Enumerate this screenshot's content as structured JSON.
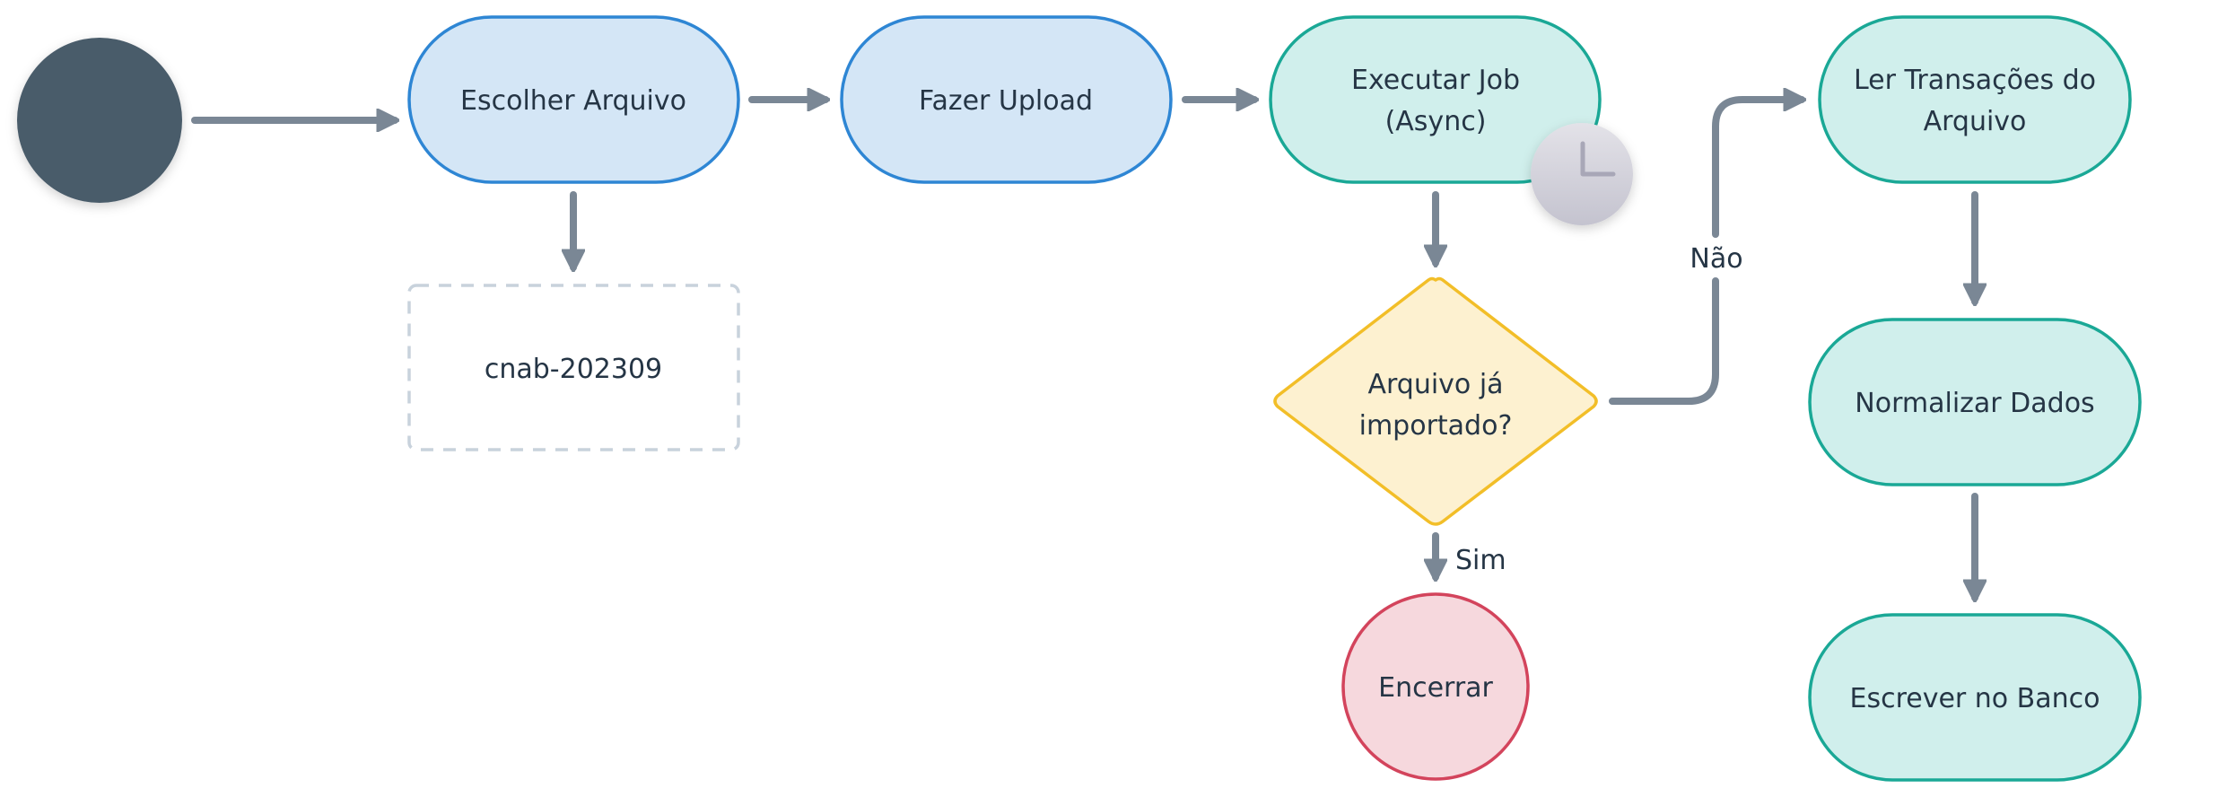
{
  "diagram": {
    "type": "flowchart",
    "colors": {
      "start_fill": "#4a5b6a",
      "blue_fill": "#d4e6f6",
      "blue_stroke": "#2e86d4",
      "teal_fill": "#d0efec",
      "teal_stroke": "#1aa896",
      "decision_fill": "#fdf1d0",
      "decision_stroke": "#f2be28",
      "end_fill": "#f6d8dd",
      "end_stroke": "#d3445c",
      "note_stroke": "#c8d2dc",
      "edge": "#7a8795",
      "text": "#253545",
      "clock_light": "#e3e2e8",
      "clock_dark": "#c4c3cf",
      "clock_hand": "#a8a7b7"
    },
    "nodes": {
      "start": {
        "label": ""
      },
      "escolher": {
        "lines": [
          "Escolher Arquivo"
        ]
      },
      "note": {
        "lines": [
          "cnab-202309"
        ]
      },
      "upload": {
        "lines": [
          "Fazer Upload"
        ]
      },
      "executar": {
        "lines": [
          "Executar Job",
          "(Async)"
        ],
        "badge_icon": "clock-icon"
      },
      "decisao": {
        "lines": [
          "Arquivo já",
          "importado?"
        ]
      },
      "encerrar": {
        "lines": [
          "Encerrar"
        ]
      },
      "ler": {
        "lines": [
          "Ler Transações do",
          "Arquivo"
        ]
      },
      "normalizar": {
        "lines": [
          "Normalizar Dados"
        ]
      },
      "escrever": {
        "lines": [
          "Escrever no Banco"
        ]
      }
    },
    "edges": [
      {
        "from": "start",
        "to": "escolher",
        "label": ""
      },
      {
        "from": "escolher",
        "to": "note",
        "label": ""
      },
      {
        "from": "escolher",
        "to": "upload",
        "label": ""
      },
      {
        "from": "upload",
        "to": "executar",
        "label": ""
      },
      {
        "from": "executar",
        "to": "decisao",
        "label": ""
      },
      {
        "from": "decisao",
        "to": "encerrar",
        "label": "Sim"
      },
      {
        "from": "decisao",
        "to": "ler",
        "label": "Não"
      },
      {
        "from": "ler",
        "to": "normalizar",
        "label": ""
      },
      {
        "from": "normalizar",
        "to": "escrever",
        "label": ""
      }
    ]
  }
}
